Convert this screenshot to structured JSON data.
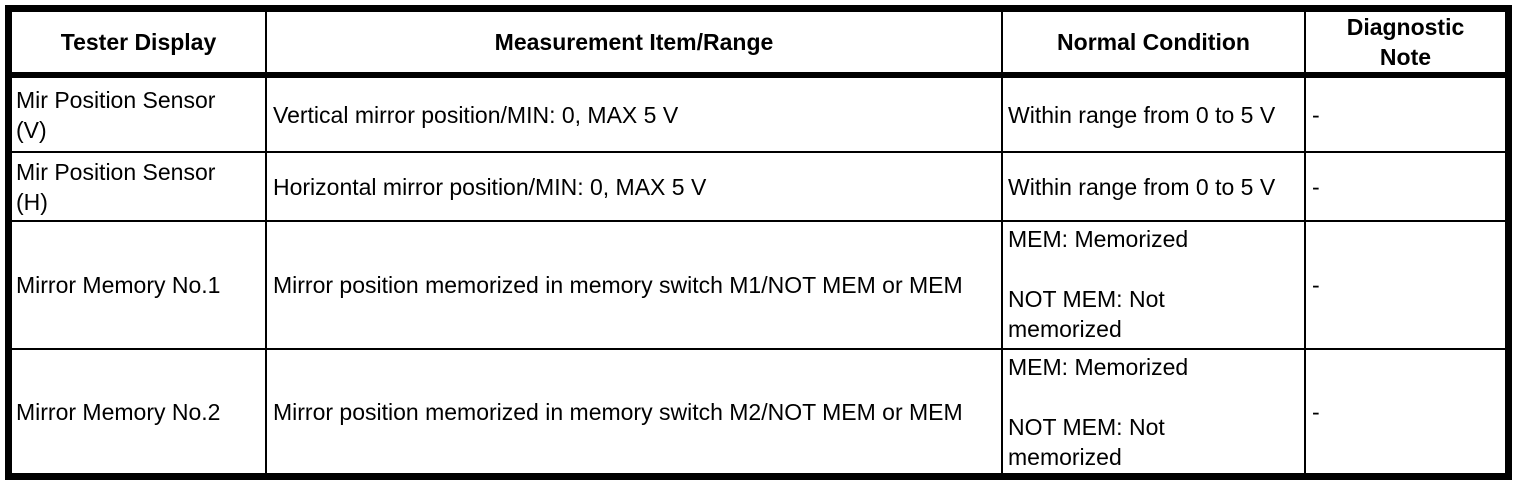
{
  "page": {
    "background_color": "#ffffff",
    "line_color": "#000000",
    "text_color": "#000000"
  },
  "table": {
    "columns": [
      {
        "label": "Tester Display"
      },
      {
        "label": "Measurement Item/Range"
      },
      {
        "label": "Normal Condition"
      },
      {
        "label": "Diagnostic\nNote"
      }
    ],
    "rows": [
      {
        "tester_display": "Mir Position Sensor (V)",
        "measurement_item_range": "Vertical mirror position/MIN: 0, MAX 5 V",
        "normal_condition": "Within range from 0 to 5 V",
        "diagnostic_note": "-"
      },
      {
        "tester_display": "Mir Position Sensor (H)",
        "measurement_item_range": "Horizontal mirror position/MIN: 0, MAX 5 V",
        "normal_condition": "Within range from 0 to 5 V",
        "diagnostic_note": "-"
      },
      {
        "tester_display": "Mirror Memory No.1",
        "measurement_item_range": "Mirror position memorized in memory switch M1/NOT MEM or MEM",
        "normal_condition": "MEM: Memorized\n\nNOT MEM: Not\nmemorized",
        "diagnostic_note": "-"
      },
      {
        "tester_display": "Mirror Memory No.2",
        "measurement_item_range": "Mirror position memorized in memory switch M2/NOT MEM or MEM",
        "normal_condition": "MEM: Memorized\n\nNOT MEM: Not\nmemorized",
        "diagnostic_note": "-"
      }
    ]
  }
}
